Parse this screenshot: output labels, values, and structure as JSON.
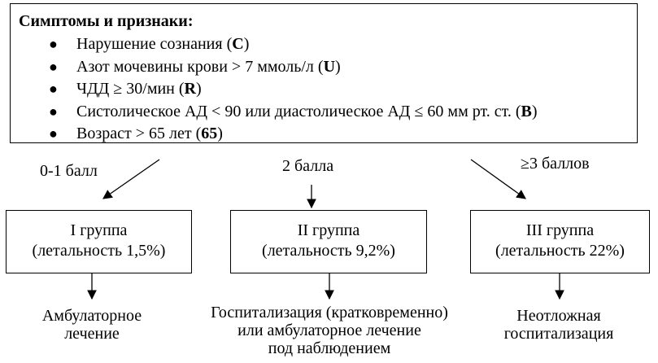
{
  "symptoms": {
    "title": "Симптомы и признаки:",
    "items": [
      {
        "text": "Нарушение сознания (",
        "code": "С",
        "suffix": ")"
      },
      {
        "text": "Азот мочевины крови > 7 ммоль/л (",
        "code": "U",
        "suffix": ")"
      },
      {
        "text": "ЧДД ≥ 30/мин (",
        "code": "R",
        "suffix": ")"
      },
      {
        "text": "Систолическое АД < 90 или диастолическое АД ≤ 60 мм рт. ст. (",
        "code": "B",
        "suffix": ")"
      },
      {
        "text": "Возраст > 65 лет (",
        "code": "65",
        "suffix": ")"
      }
    ]
  },
  "scores": {
    "left": "0-1 балл",
    "middle": "2 балла",
    "right": "≥3 баллов"
  },
  "groups": [
    {
      "name": "I группа",
      "mortality": "(летальность 1,5%)"
    },
    {
      "name": "II группа",
      "mortality": "(летальность 9,2%)"
    },
    {
      "name": "III группа",
      "mortality": "(летальность 22%)"
    }
  ],
  "outcomes": {
    "group1": [
      "Амбулаторное",
      "лечение"
    ],
    "group2": [
      "Госпитализация (кратковременно)",
      "или амбулаторное лечение",
      "под наблюдением"
    ],
    "group3": [
      "Неотложная",
      "госпитализация"
    ]
  }
}
